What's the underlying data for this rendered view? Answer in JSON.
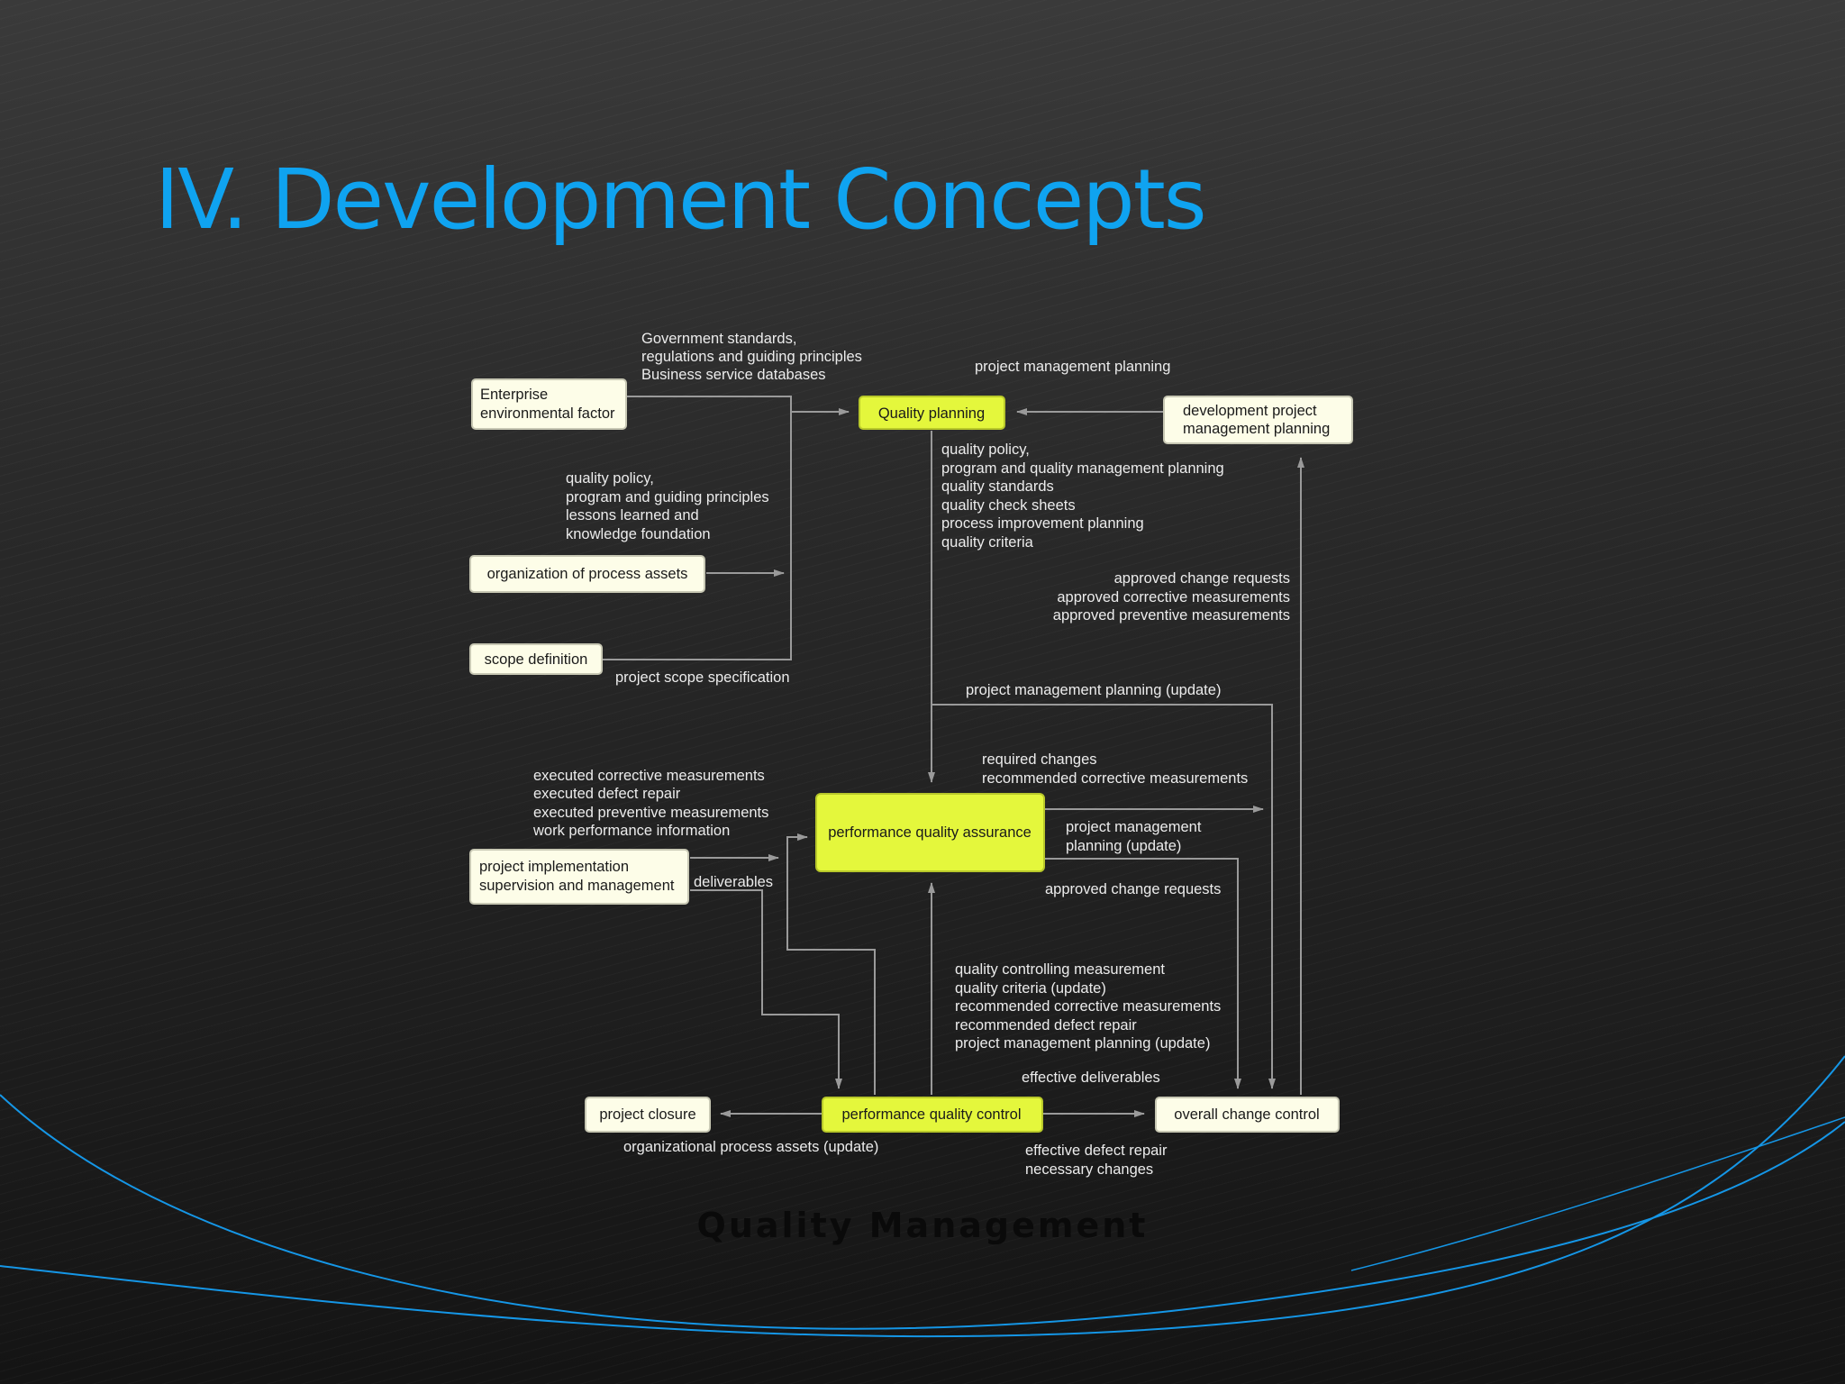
{
  "slide": {
    "title": "IV. Development Concepts",
    "caption": "Quality Management"
  },
  "colors": {
    "title": "#0fa3f0",
    "highlight_box": "#e4f73c",
    "box": "#fdfde8",
    "arrow": "#9a9a9a",
    "swoosh": "#1596e6"
  },
  "diagram": {
    "boxes": {
      "enterprise": [
        "Enterprise",
        "environmental factor"
      ],
      "quality_planning": [
        "Quality planning"
      ],
      "dev_pm_planning": [
        "development project",
        "management planning"
      ],
      "org_process_assets": [
        "organization of process assets"
      ],
      "scope_definition": [
        "scope definition"
      ],
      "pqa": [
        "performance quality assurance"
      ],
      "project_impl": [
        "project implementation",
        "supervision and management"
      ],
      "project_closure": [
        "project closure"
      ],
      "pqc": [
        "performance quality control"
      ],
      "overall_change": [
        "overall change control"
      ]
    },
    "labels": {
      "gov_standards": [
        "Government standards,",
        "regulations and guiding principles",
        "Business service databases"
      ],
      "pm_planning": [
        "project management planning"
      ],
      "qp_outputs": [
        "quality policy,",
        "program and quality management planning",
        "quality standards",
        "quality check sheets",
        "process improvement planning",
        "quality criteria"
      ],
      "opa_inputs": [
        "quality policy,",
        "program and guiding principles",
        "lessons learned and",
        "knowledge foundation"
      ],
      "approved_changes": [
        "approved change requests",
        "approved corrective measurements",
        "approved preventive measurements"
      ],
      "scope_spec": [
        "project scope specification"
      ],
      "pm_planning_update": [
        "project management planning (update)"
      ],
      "required_changes": [
        "required changes",
        "recommended corrective measurements"
      ],
      "executed": [
        "executed corrective measurements",
        "executed defect repair",
        "executed preventive measurements",
        "work performance information"
      ],
      "pqa_pm_update": [
        "project management",
        "planning (update)"
      ],
      "deliverables": [
        "deliverables"
      ],
      "approved_cr": [
        "approved change requests"
      ],
      "qc_outputs": [
        "quality controlling measurement",
        "quality criteria (update)",
        "recommended corrective measurements",
        "recommended defect repair",
        "project management planning (update)"
      ],
      "effective_deliverables": [
        "effective deliverables"
      ],
      "opa_update": [
        "organizational process assets (update)"
      ],
      "effective_repair": [
        "effective defect repair",
        "necessary changes"
      ]
    }
  }
}
